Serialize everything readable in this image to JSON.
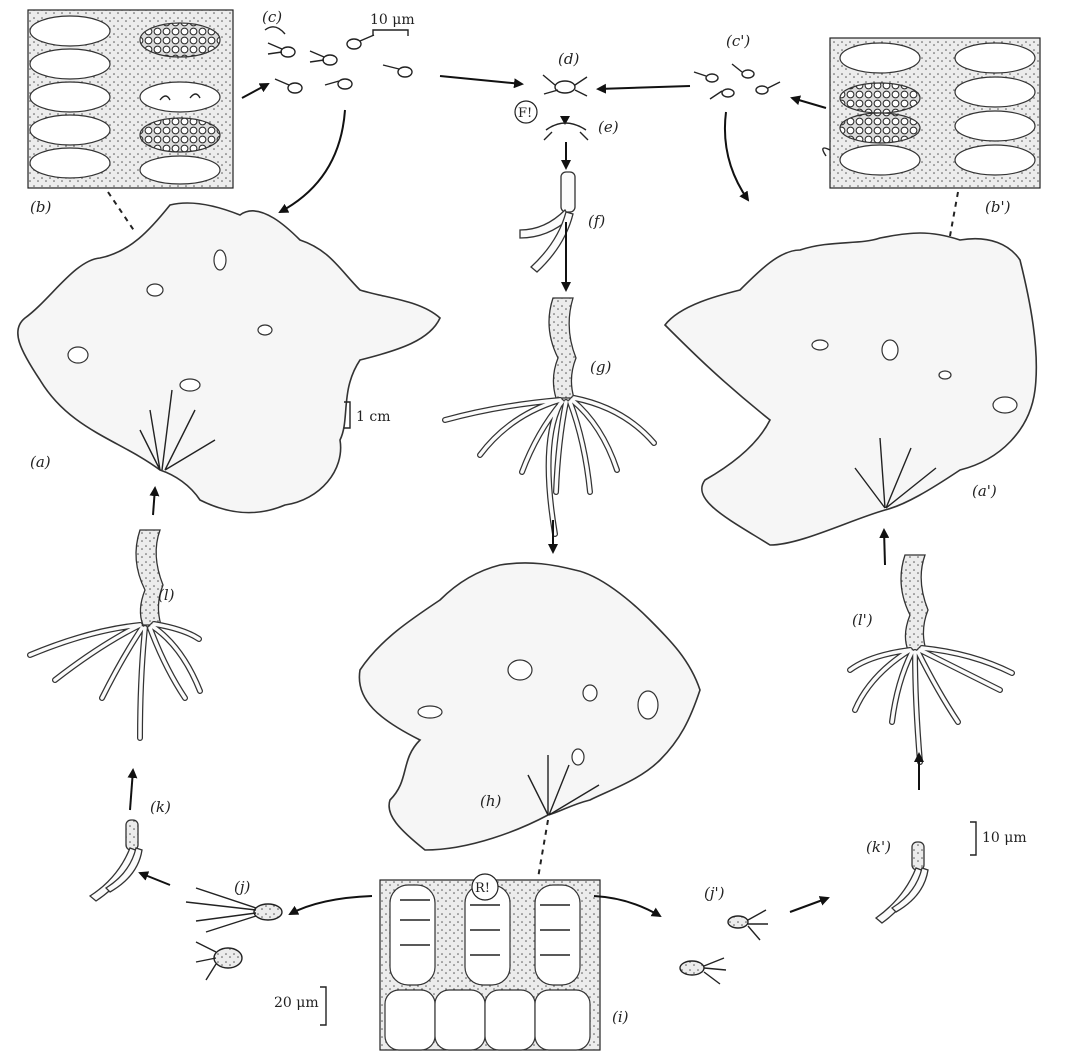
{
  "labels": {
    "a": "(a)",
    "a_prime": "(a')",
    "b": "(b)",
    "b_prime": "(b')",
    "c": "(c)",
    "c_prime": "(c')",
    "d": "(d)",
    "e": "(e)",
    "f": "(f)",
    "g": "(g)",
    "h": "(h)",
    "i": "(i)",
    "j": "(j)",
    "j_prime": "(j')",
    "k": "(k)",
    "k_prime": "(k')",
    "l": "(l)",
    "l_prime": "(l')"
  },
  "markers": {
    "fertilization": "F!",
    "reduction": "R!"
  },
  "scales": {
    "top_micron": "10 μm",
    "thallus_cm": "1 cm",
    "right_micron": "10 μm",
    "cell_micron": "20 μm"
  },
  "colors": {
    "ink": "#222222",
    "paper": "#ffffff"
  }
}
